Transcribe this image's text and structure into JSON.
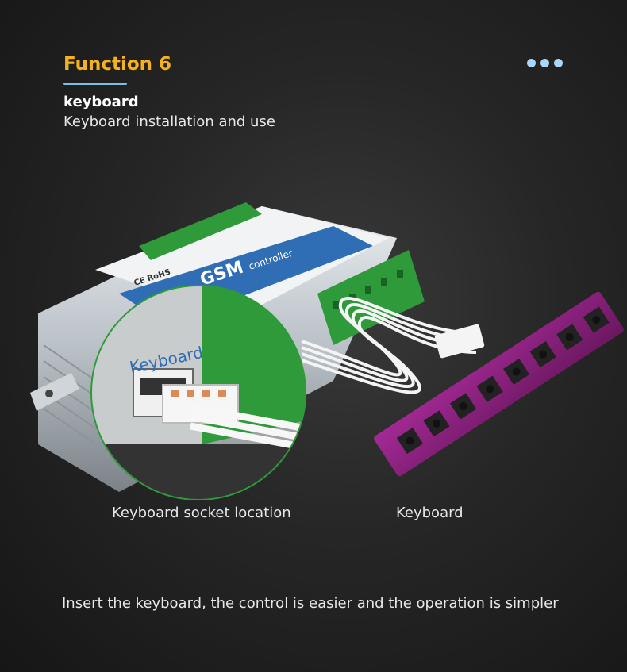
{
  "header": {
    "title": "Function 6",
    "subtitle": "keyboard",
    "description": "Keyboard installation and use"
  },
  "product": {
    "device_brand_text": "GSM",
    "device_model_text": "controller",
    "cert_text": "CE RoHS",
    "zoom_label": "Keyboard"
  },
  "captions": {
    "left": "Keyboard socket location",
    "right": "Keyboard"
  },
  "footer": {
    "text": "Insert the keyboard, the control is easier and the operation is simpler"
  },
  "colors": {
    "accent": "#f5b21c",
    "underline": "#7fbce6",
    "dots": "#a9d6f7",
    "terminal_green": "#2e9a3a",
    "pcb_purple": "#8a1f7d",
    "device_blue": "#2f6db5"
  }
}
